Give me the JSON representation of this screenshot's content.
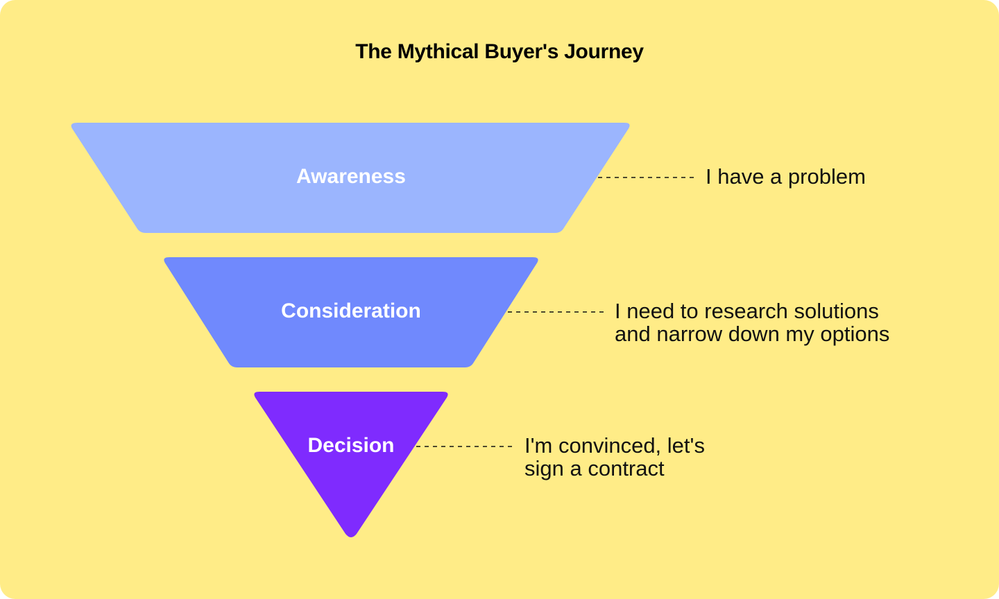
{
  "title": "The Mythical Buyer's Journey",
  "colors": {
    "background": "#FFEC87",
    "awareness": "#9BB5FE",
    "consideration": "#7089FD",
    "decision": "#7F2BFE",
    "connector": "#111111"
  },
  "stages": [
    {
      "label": "Awareness",
      "description": "I have a problem"
    },
    {
      "label": "Consideration",
      "description": "I need to research solutions\nand narrow down my options"
    },
    {
      "label": "Decision",
      "description": "I'm convinced, let's\nsign a contract"
    }
  ]
}
